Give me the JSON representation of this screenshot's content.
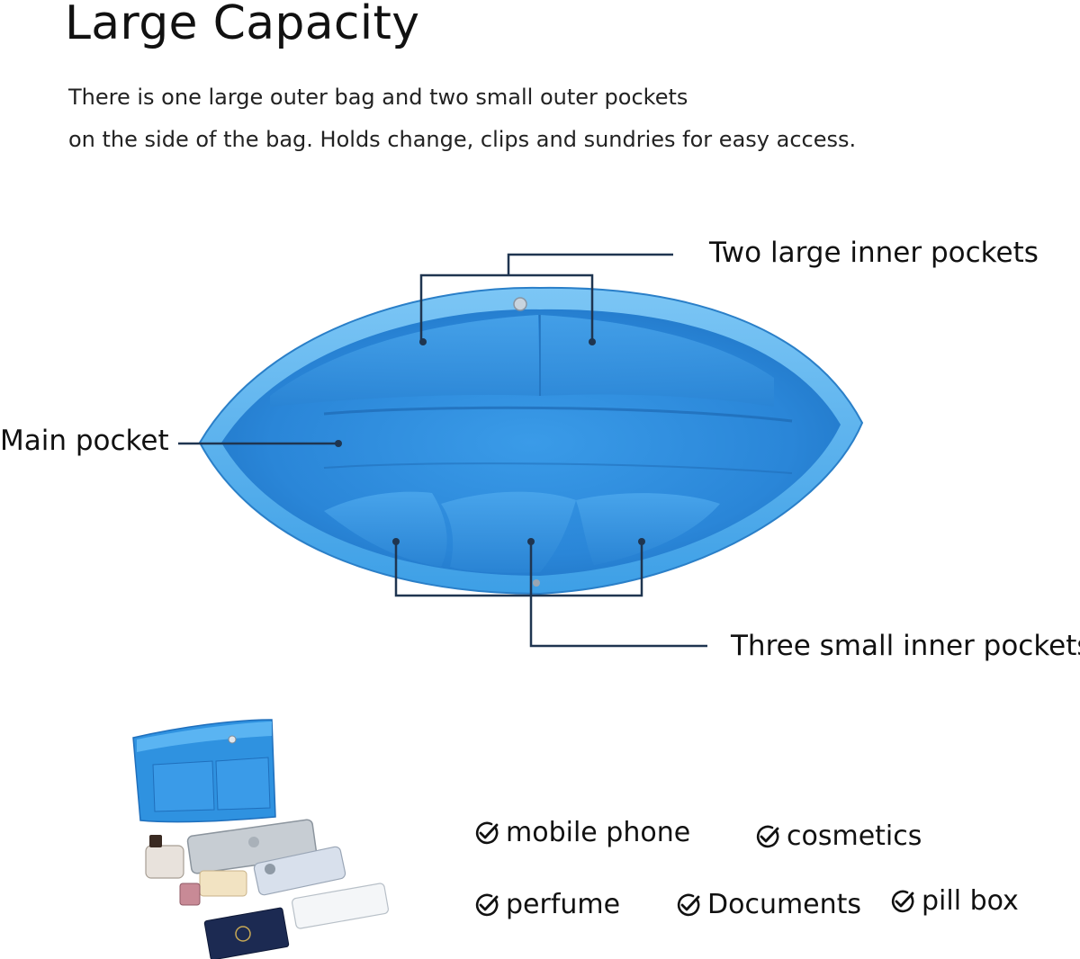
{
  "header": {
    "title": "Large Capacity",
    "description_line1": "There is one large outer bag and two small outer pockets",
    "description_line2": "on the side of the bag. Holds change, clips and sundries for easy access."
  },
  "callouts": {
    "top": "Two large inner pockets",
    "main": "Main pocket",
    "bottom": "Three small inner pockets"
  },
  "features": [
    {
      "label": "mobile phone",
      "icon": "check-circle-icon"
    },
    {
      "label": "cosmetics",
      "icon": "check-circle-icon"
    },
    {
      "label": "perfume",
      "icon": "check-circle-icon"
    },
    {
      "label": "Documents",
      "icon": "check-circle-icon"
    },
    {
      "label": "pill box",
      "icon": "check-circle-icon"
    }
  ],
  "colors": {
    "organizer_blue": "#2f8fe0",
    "organizer_light": "#5bb3f0",
    "leader_line": "#1f3550",
    "text": "#111111"
  }
}
